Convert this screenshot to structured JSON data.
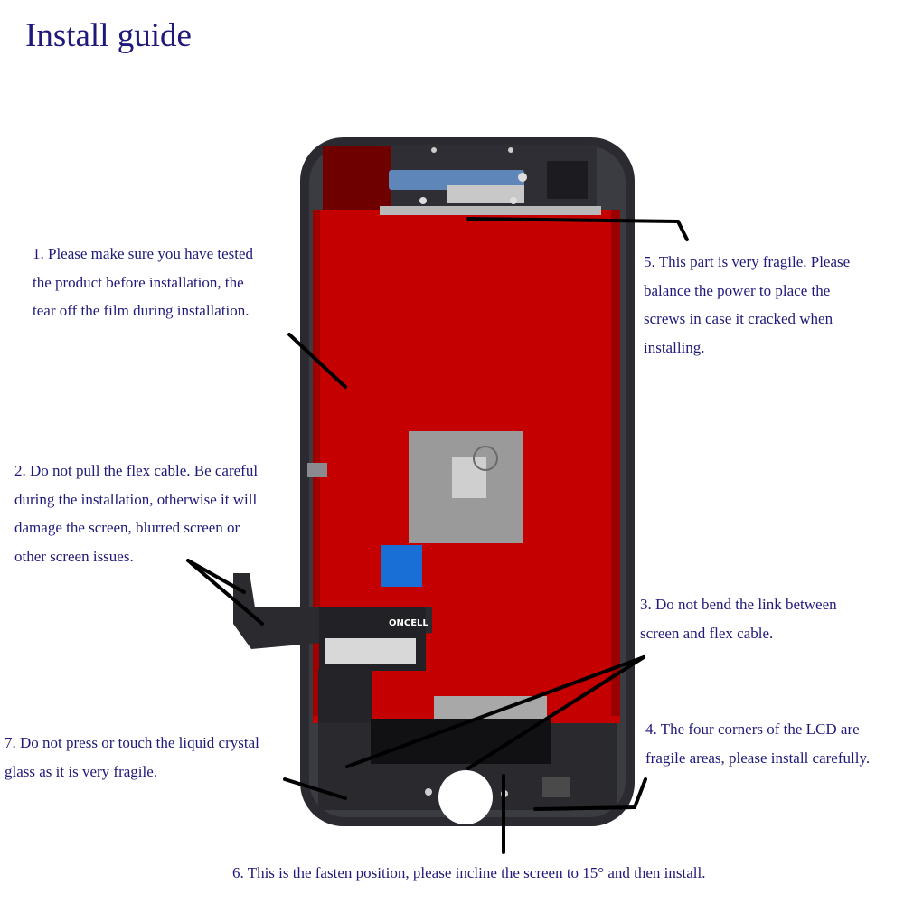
{
  "title": "Install guide",
  "notes": {
    "n1": [
      "1. Please make sure you have tested",
      " the product before installation, the",
      "tear off the film during installation."
    ],
    "n2": [
      "2. Do not pull the flex cable. Be careful",
      "during the installation, otherwise it will",
      "damage the screen, blurred screen or",
      "other screen issues."
    ],
    "n3": [
      "3. Do not bend the link between",
      "screen and flex cable."
    ],
    "n4": [
      "4. The four corners of the LCD are",
      "fragile areas, please install carefully."
    ],
    "n5": [
      "5. This part is very fragile. Please",
      "balance the power to place the",
      "screws in case it cracked when",
      "installing."
    ],
    "n6": [
      "6. This is the fasten position, please incline the screen to 15° and then install."
    ],
    "n7": [
      "7. Do not press or touch the liquid crystal",
      " glass as it is very fragile."
    ]
  },
  "flex_label": "ONCELL",
  "colors": {
    "text": "#1f1a7a",
    "screen_red": "#c40000",
    "frame": "#2a2a30",
    "shield": "#9a9a9a",
    "connector_blue": "#1a6fd6"
  }
}
